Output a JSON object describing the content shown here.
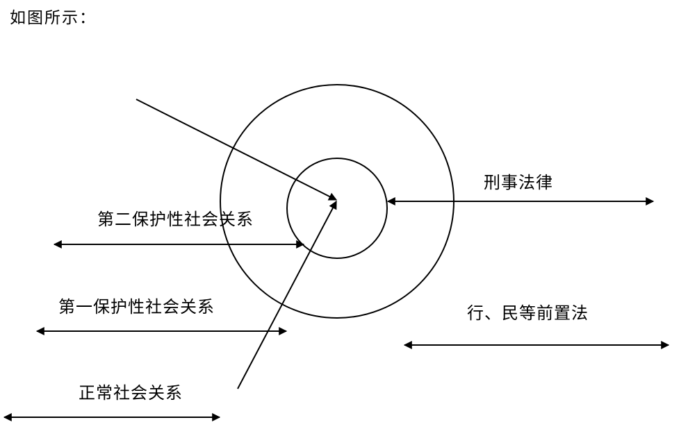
{
  "intro": "如图所示：",
  "labels": {
    "criminal_law": "刑事法律",
    "second_protected": "第二保护性社会关系",
    "first_protected": "第一保护性社会关系",
    "normal_relations": "正常社会关系",
    "prior_laws": "行、民等前置法"
  }
}
